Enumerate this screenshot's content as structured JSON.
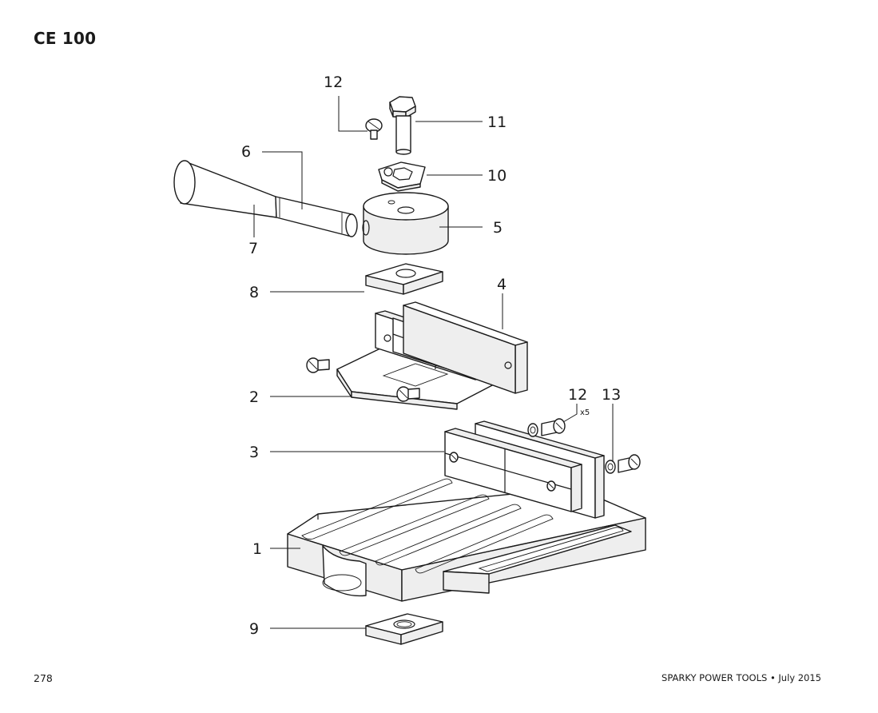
{
  "header": {
    "model": "CE 100"
  },
  "diagram": {
    "callouts": {
      "p1": "1",
      "p2": "2",
      "p3": "3",
      "p4": "4",
      "p5": "5",
      "p6": "6",
      "p7": "7",
      "p8": "8",
      "p9": "9",
      "p10": "10",
      "p11": "11",
      "p12_top": "12",
      "p12_side": "12",
      "p12_qty": "x5",
      "p13": "13"
    }
  },
  "footer": {
    "page_number": "278",
    "brand_line": "SPARKY POWER TOOLS • July 2015"
  }
}
